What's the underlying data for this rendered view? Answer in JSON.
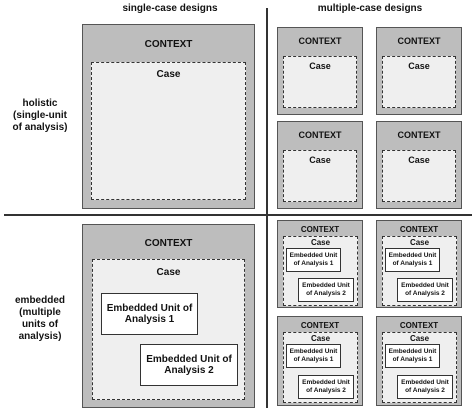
{
  "headers": {
    "single": "single-case designs",
    "multiple": "multiple-case designs"
  },
  "rows": {
    "holistic": [
      "holistic",
      "(single-unit",
      "of analysis)"
    ],
    "embedded": [
      "embedded",
      "(multiple",
      "units of",
      "analysis)"
    ]
  },
  "labels": {
    "context": "CONTEXT",
    "case": "Case",
    "unit1": "Embedded Unit of Analysis 1",
    "unit2": "Embedded Unit of Analysis 2"
  },
  "colors": {
    "context_fill": "#bdbdbd",
    "case_fill": "#efefef",
    "unit_fill": "#ffffff"
  }
}
